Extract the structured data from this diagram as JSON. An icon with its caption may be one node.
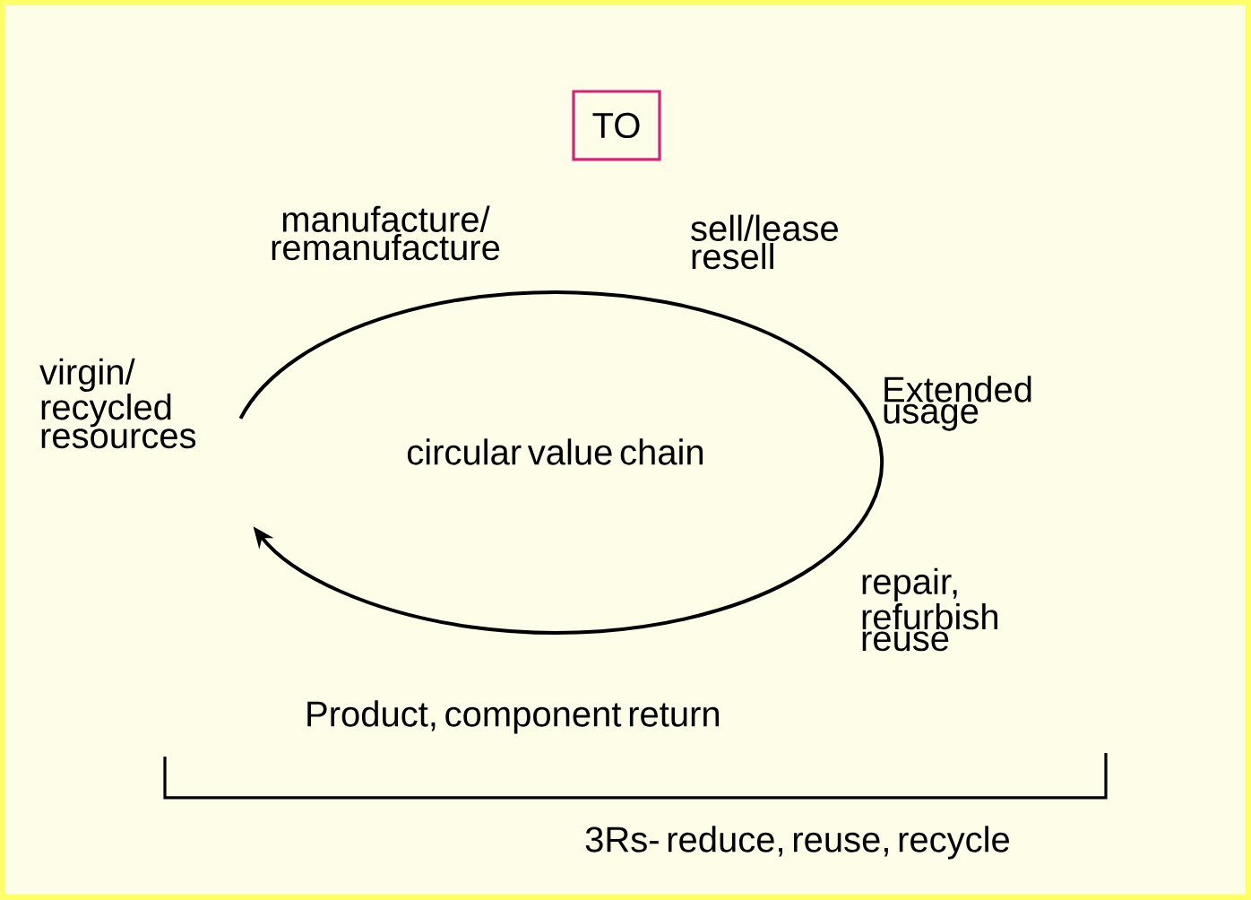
{
  "diagram": {
    "nodes": [
      {
        "text": [
          "TO"
        ]
      },
      {
        "text": [
          "circular value chain"
        ]
      }
    ],
    "edges": [],
    "labels": [
      "manufacture/ remanufacture",
      "sell/lease resell",
      "virgin/ recycled resources",
      "Extended usage",
      "repair, refurbish reuse",
      "Product, component return",
      "3Rs- reduce, reuse, recycle"
    ]
  }
}
